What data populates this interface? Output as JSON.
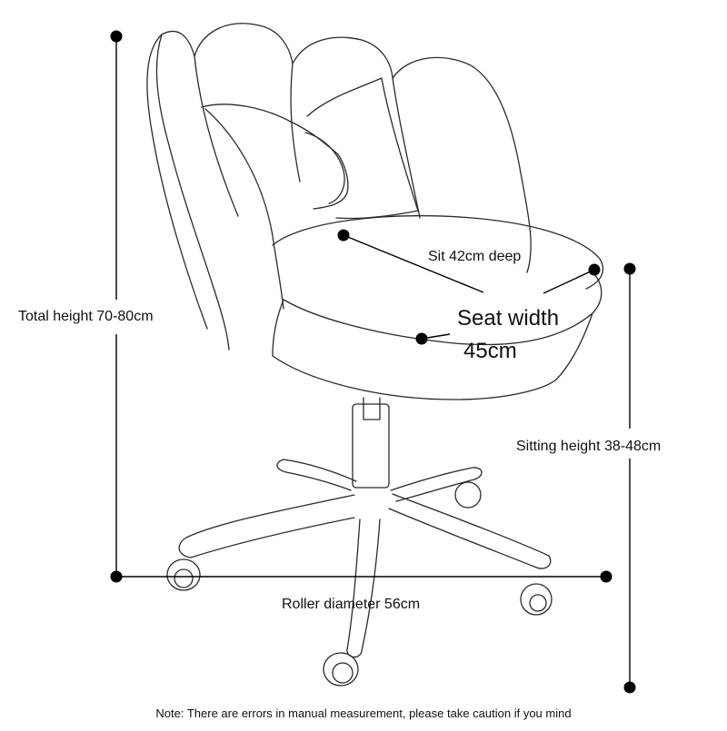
{
  "labels": {
    "total_height": "Total height 70-80cm",
    "seat_depth": "Sit 42cm deep",
    "seat_width_line1": "Seat width",
    "seat_width_line2": "45cm",
    "sitting_height": "Sitting height 38-48cm",
    "roller_diameter": "Roller diameter 56cm"
  },
  "note": "Note: There are errors in manual measurement, please take caution if you mind",
  "colors": {
    "line": "#000000",
    "sketch": "#2a2a2a",
    "background": "#ffffff"
  },
  "icons": [
    "office-chair-drawing",
    "dimension-endpoint-dot"
  ]
}
